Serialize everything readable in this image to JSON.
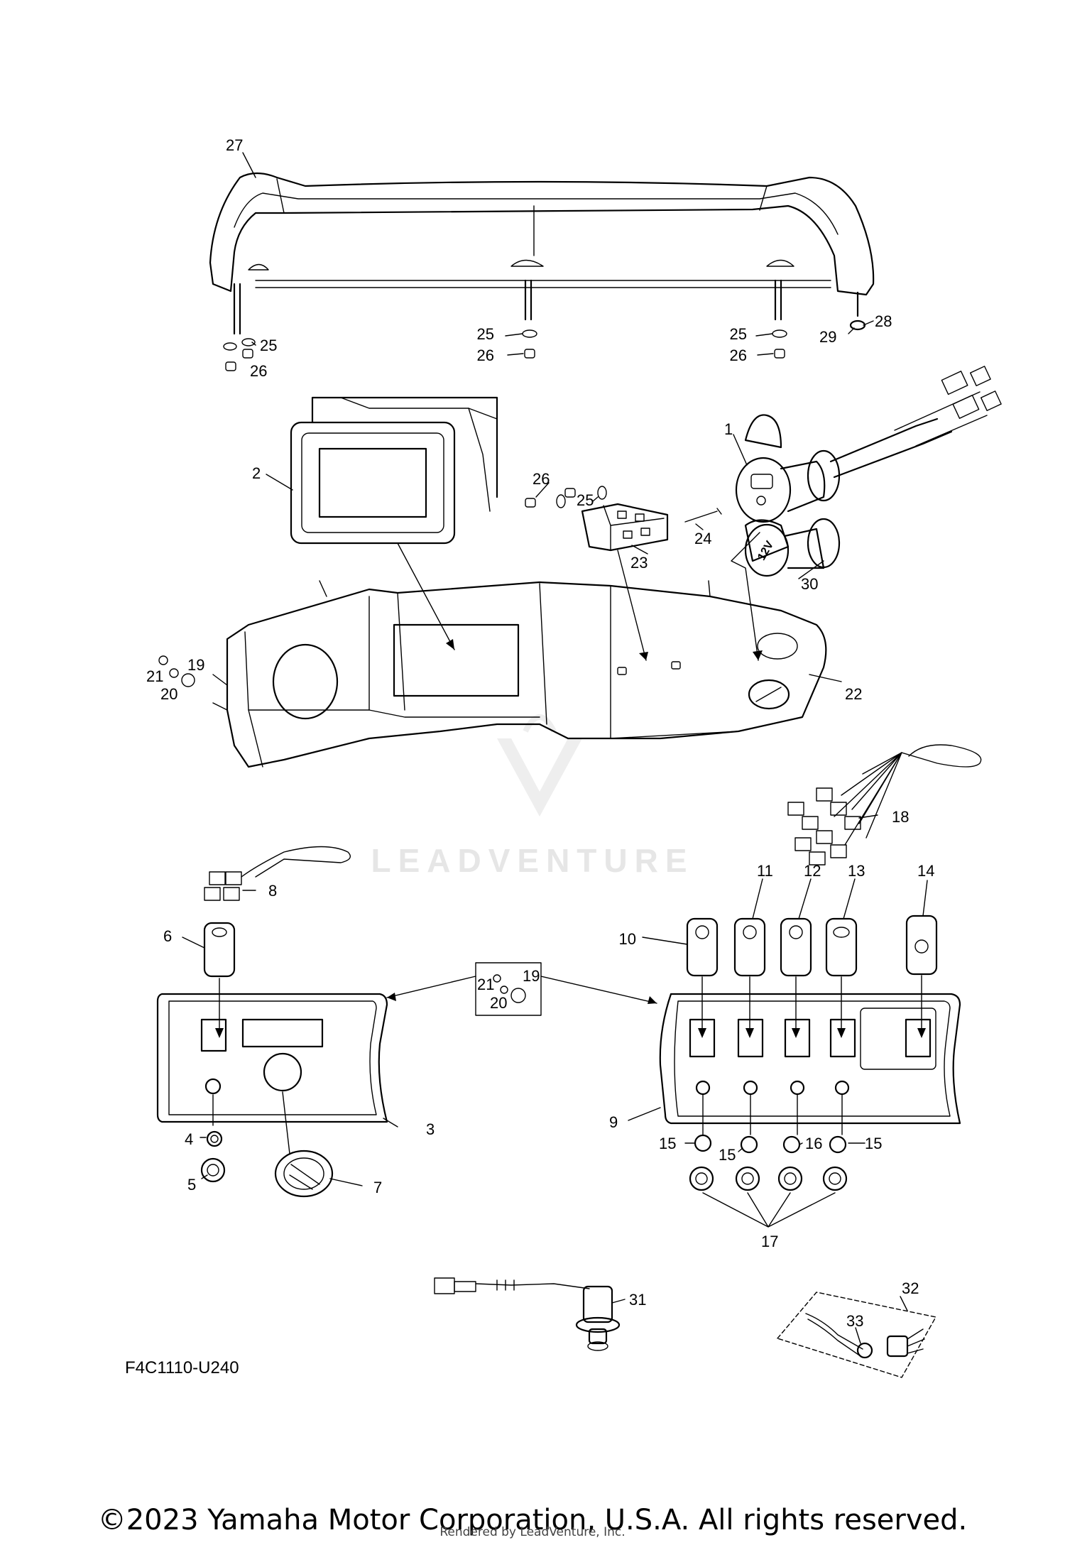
{
  "watermark": "LEADVENTURE",
  "diagram_code": "F4C1110-U240",
  "copyright": "©2023 Yamaha Motor Corporation, U.S.A. All rights reserved.",
  "rendered_by": "Rendered by LeadVenture, Inc.",
  "callouts": {
    "c1": "1",
    "c2": "2",
    "c3": "3",
    "c4": "4",
    "c5": "5",
    "c6": "6",
    "c7": "7",
    "c8": "8",
    "c9": "9",
    "c10": "10",
    "c11": "11",
    "c12": "12",
    "c13": "13",
    "c14": "14",
    "c15a": "15",
    "c15b": "15",
    "c15c": "15",
    "c16": "16",
    "c17": "17",
    "c18": "18",
    "c19a": "19",
    "c19b": "19",
    "c20a": "20",
    "c20b": "20",
    "c21a": "21",
    "c21b": "21",
    "c22": "22",
    "c23": "23",
    "c24": "24",
    "c25a": "25",
    "c25b": "25",
    "c25c": "25",
    "c25d": "25",
    "c26a": "26",
    "c26b": "26",
    "c26c": "26",
    "c26d": "26",
    "c27": "27",
    "c28": "28",
    "c29": "29",
    "c30": "30",
    "c31": "31",
    "c32": "32",
    "c33": "33"
  },
  "socket_label": "12V"
}
